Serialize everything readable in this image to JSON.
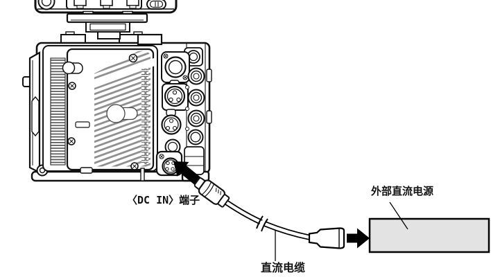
{
  "diagram": {
    "labels": {
      "dc_in_terminal": "〈DC IN〉端子",
      "external_dc_power": "外部直流电源",
      "dc_cable": "直流电缆"
    },
    "colors": {
      "line": "#1a1a1a",
      "arrow": "#000000",
      "power_box_fill": "#e3e3e3",
      "power_box_border": "#000000",
      "hatch": "#8f8f8f",
      "background": "#ffffff"
    }
  }
}
